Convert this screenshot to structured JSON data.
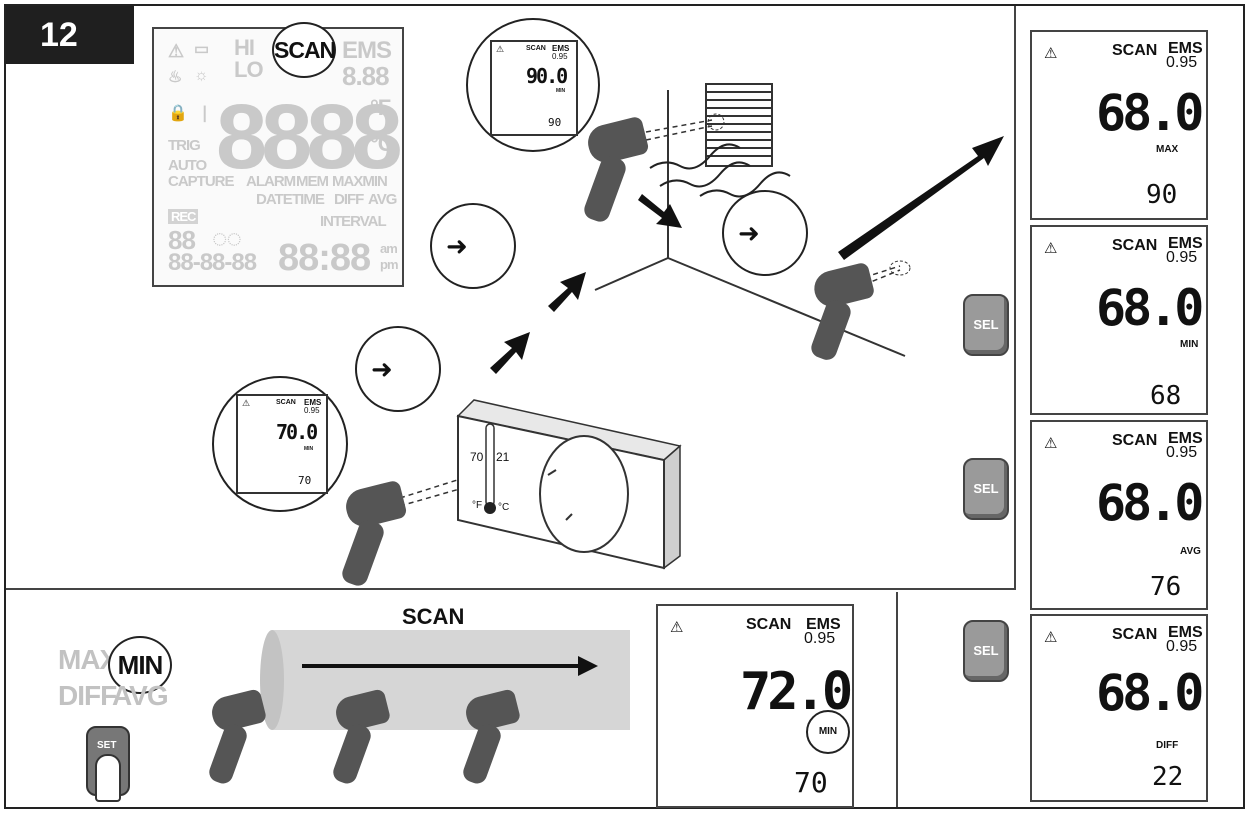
{
  "step_number": "12",
  "lcd_overview": {
    "hi": "HI",
    "lo": "LO",
    "scan": "SCAN",
    "ems": "EMS",
    "ems_digits": "8.88",
    "big_digits": "8888",
    "deg_f": "°F",
    "deg_c": "°C",
    "trig": "TRIG",
    "auto": "AUTO",
    "capture": "CAPTURE",
    "alarm": "ALARM",
    "mem": "MEM",
    "maxmin": "MAXMIN",
    "date": "DATE",
    "time": "TIME",
    "diff": "DIFF",
    "avg": "AVG",
    "rec": "REC",
    "interval": "INTERVAL",
    "small_digits": "88",
    "date_digits": "88-88-88",
    "clock_digits": "88:88",
    "am": "am",
    "pm": "pm"
  },
  "mini_display_top": {
    "scan": "SCAN",
    "ems": "EMS",
    "emissivity": "0.95",
    "reading": "90.0",
    "mode": "MIN",
    "sub": "90"
  },
  "mini_display_bottom": {
    "scan": "SCAN",
    "ems": "EMS",
    "emissivity": "0.95",
    "reading": "70.0",
    "mode": "MIN",
    "sub": "70"
  },
  "thermostat": {
    "fahrenheit": "70",
    "celsius": "21",
    "unit_f": "°F",
    "unit_c": "°C"
  },
  "right_displays": [
    {
      "warning": "⚠",
      "scan": "SCAN",
      "ems": "EMS",
      "emissivity": "0.95",
      "reading": "68.0",
      "mode": "MAX",
      "sub": "90"
    },
    {
      "warning": "⚠",
      "scan": "SCAN",
      "ems": "EMS",
      "emissivity": "0.95",
      "reading": "68.0",
      "mode": "MIN",
      "sub": "68"
    },
    {
      "warning": "⚠",
      "scan": "SCAN",
      "ems": "EMS",
      "emissivity": "0.95",
      "reading": "68.0",
      "mode": "AVG",
      "sub": "76"
    },
    {
      "warning": "⚠",
      "scan": "SCAN",
      "ems": "EMS",
      "emissivity": "0.95",
      "reading": "68.0",
      "mode": "DIFF",
      "sub": "22"
    }
  ],
  "sel_button_label": "SEL",
  "bottom": {
    "scan_label": "SCAN",
    "max_label": "MAX",
    "min_label": "MIN",
    "diff_label": "DIFF",
    "avg_label": "AVG",
    "set_label": "SET",
    "display": {
      "warning": "⚠",
      "scan": "SCAN",
      "ems": "EMS",
      "emissivity": "0.95",
      "reading": "72.0",
      "mode": "MIN",
      "sub": "70"
    }
  }
}
